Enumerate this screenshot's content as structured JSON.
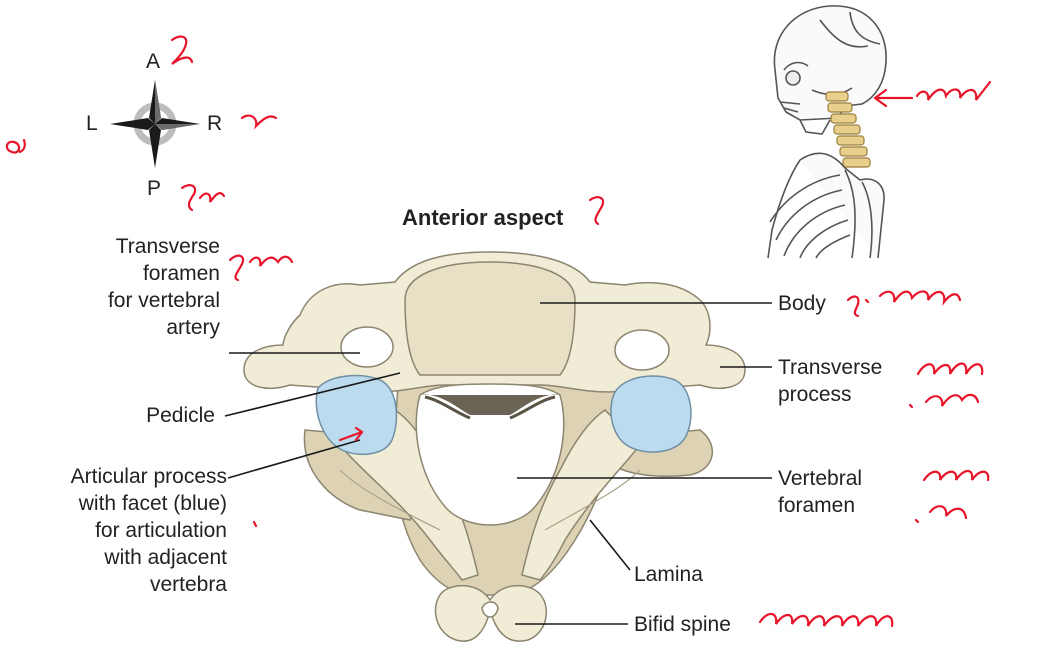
{
  "view_title": "Anterior aspect",
  "compass": {
    "anterior": "A",
    "posterior": "P",
    "left": "L",
    "right": "R"
  },
  "labels_left": {
    "transverse_foramen": [
      "Transverse",
      "foramen",
      "for vertebral",
      "artery"
    ],
    "pedicle": "Pedicle",
    "articular_process": [
      "Articular process",
      "with facet (blue)",
      "for articulation",
      "with adjacent",
      "vertebra"
    ]
  },
  "labels_right": {
    "body": "Body",
    "transverse_process": [
      "Transverse",
      "process"
    ],
    "vertebral_foramen": [
      "Vertebral",
      "foramen"
    ],
    "lamina": "Lamina",
    "bifid_spine": "Bifid spine"
  },
  "colors": {
    "bone": "#f1ecd6",
    "bone_shadow": "#ddd3b4",
    "bone_outline": "#8c8570",
    "facet": "#bcdbee",
    "cervical_highlight": "#e8cf8c",
    "annotation_ink": "#e8142a"
  }
}
